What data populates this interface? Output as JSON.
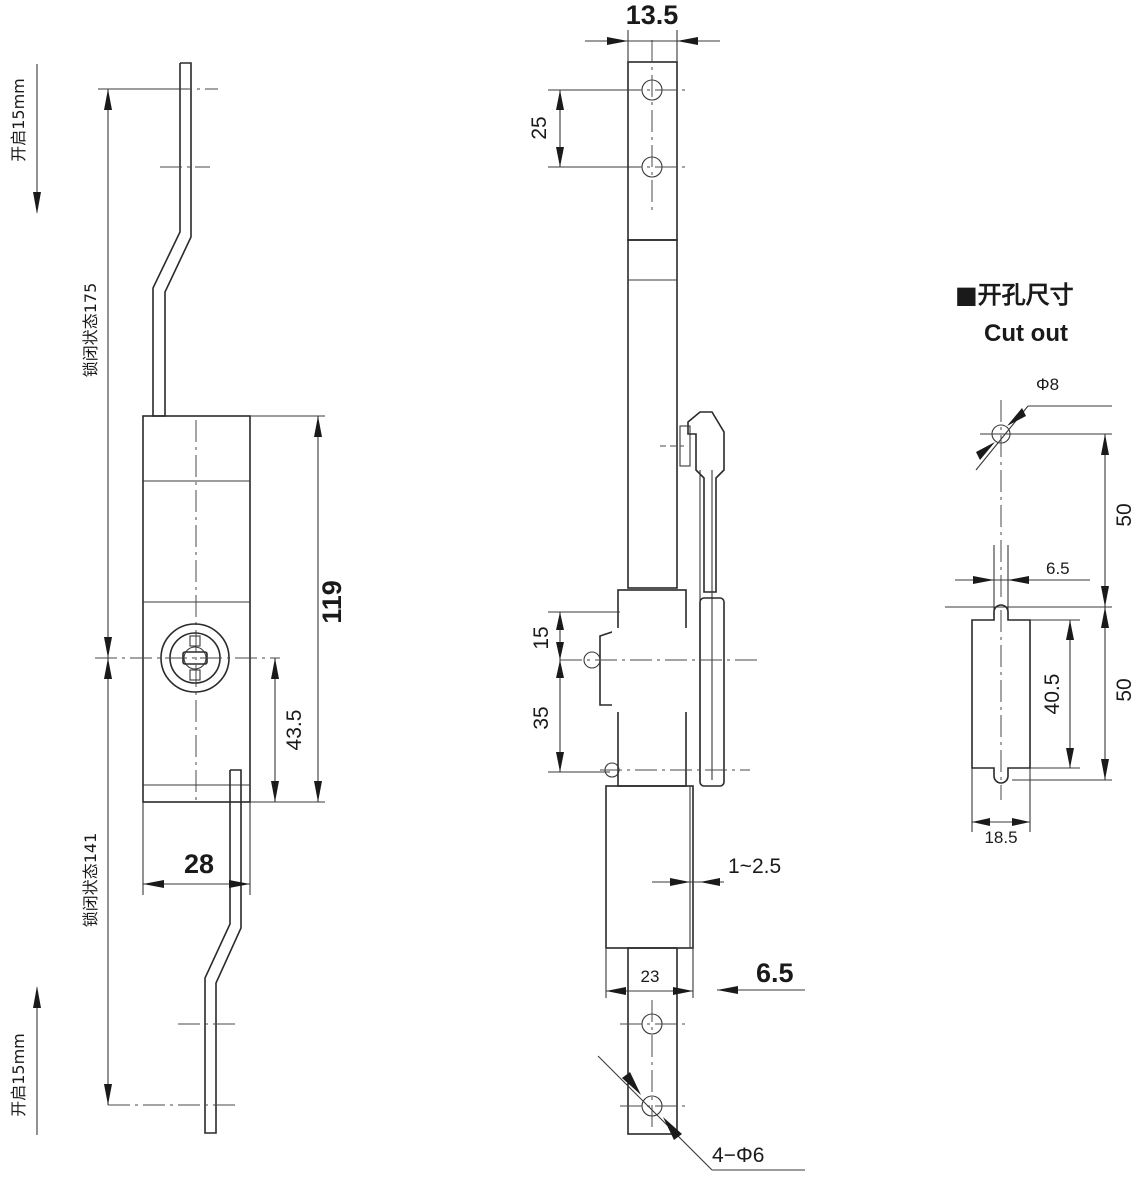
{
  "left_view": {
    "open_top": "开启15mm",
    "locked_175": "锁闭状态175",
    "locked_141": "锁闭状态141",
    "open_bottom": "开启15mm",
    "dim_119": "119",
    "dim_43_5": "43.5",
    "dim_28": "28"
  },
  "side_view": {
    "dim_13_5": "13.5",
    "dim_25": "25",
    "dim_15": "15",
    "dim_35": "35",
    "dim_1_2_5": "1~2.5",
    "dim_23": "23",
    "dim_6_5": "6.5",
    "holes": "4−Φ6"
  },
  "cutout": {
    "title_cn": "■开孔尺寸",
    "title_en": "Cut out",
    "phi8": "Φ8",
    "dim_50_top": "50",
    "dim_6_5": "6.5",
    "dim_50_bottom": "50",
    "dim_40_5": "40.5",
    "dim_18_5": "18.5"
  }
}
